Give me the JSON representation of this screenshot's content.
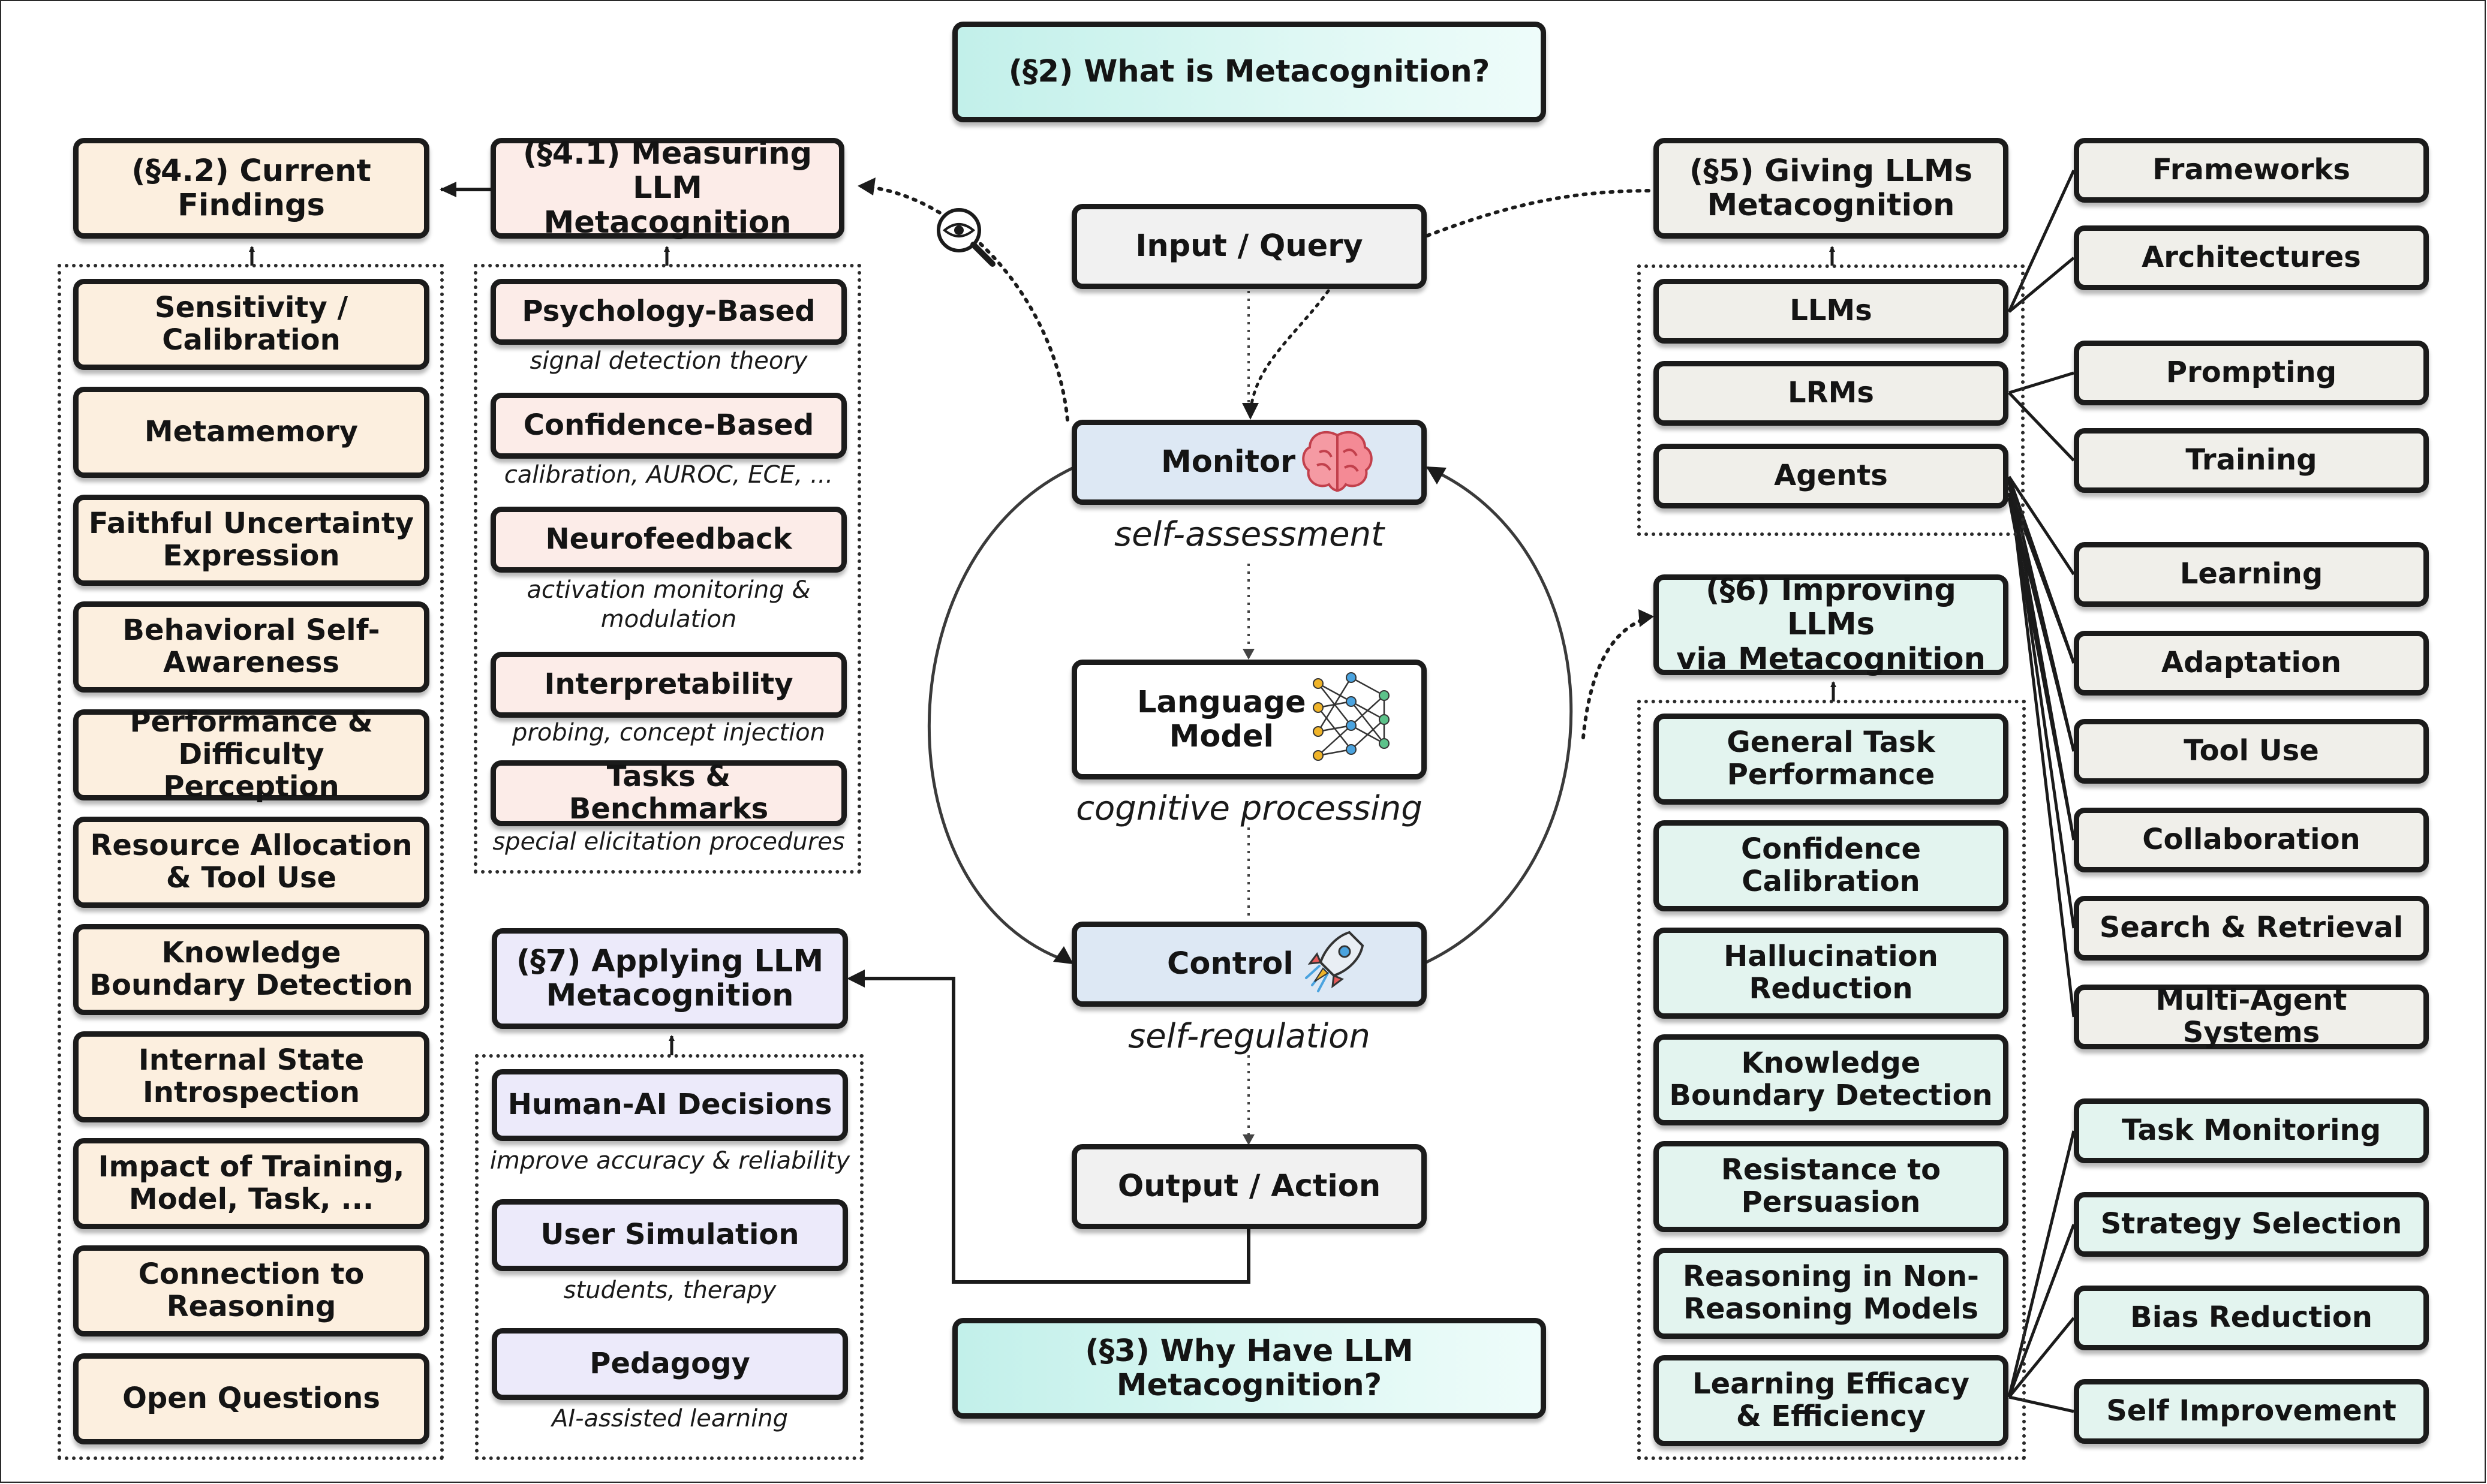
{
  "top": {
    "what_is": "(§2) What is Metacognition?",
    "why_have": "(§3) Why Have LLM Metacognition?"
  },
  "center": {
    "input": "Input / Query",
    "monitor": "Monitor",
    "monitor_caption": "self-assessment",
    "language_model": "Language\nModel",
    "language_model_caption": "cognitive processing",
    "control": "Control",
    "control_caption": "self-regulation",
    "output": "Output / Action"
  },
  "findings": {
    "title": "(§4.2) Current\nFindings",
    "items": [
      "Sensitivity /\nCalibration",
      "Metamemory",
      "Faithful Uncertainty\nExpression",
      "Behavioral Self-\nAwareness",
      "Performance &\nDifficulty Perception",
      "Resource Allocation\n& Tool Use",
      "Knowledge\nBoundary Detection",
      "Internal State\nIntrospection",
      "Impact of Training,\nModel, Task, ...",
      "Connection to\nReasoning",
      "Open Questions"
    ]
  },
  "measuring": {
    "title": "(§4.1) Measuring\nLLM Metacognition",
    "items": [
      {
        "label": "Psychology-Based",
        "caption": "signal detection theory"
      },
      {
        "label": "Confidence-Based",
        "caption": "calibration, AUROC, ECE, ..."
      },
      {
        "label": "Neurofeedback",
        "caption": "activation monitoring &\nmodulation"
      },
      {
        "label": "Interpretability",
        "caption": "probing, concept injection"
      },
      {
        "label": "Tasks & Benchmarks",
        "caption": "special elicitation procedures"
      }
    ]
  },
  "applying": {
    "title": "(§7) Applying LLM\nMetacognition",
    "items": [
      {
        "label": "Human-AI Decisions",
        "caption": "improve accuracy & reliability"
      },
      {
        "label": "User Simulation",
        "caption": "students, therapy"
      },
      {
        "label": "Pedagogy",
        "caption": "AI-assisted learning"
      }
    ]
  },
  "giving": {
    "title": "(§5) Giving LLMs\nMetacognition",
    "items": [
      "LLMs",
      "LRMs",
      "Agents"
    ],
    "leaves": [
      "Frameworks",
      "Architectures",
      "Prompting",
      "Training",
      "Learning",
      "Adaptation",
      "Tool Use",
      "Collaboration",
      "Search & Retrieval",
      "Multi-Agent Systems"
    ]
  },
  "improving": {
    "title": "(§6) Improving LLMs\nvia Metacognition",
    "items": [
      "General Task\nPerformance",
      "Confidence\nCalibration",
      "Hallucination\nReduction",
      "Knowledge\nBoundary Detection",
      "Resistance to\nPersuasion",
      "Reasoning in Non-\nReasoning Models",
      "Learning Efficacy\n& Efficiency"
    ],
    "leaves": [
      "Task Monitoring",
      "Strategy Selection",
      "Bias Reduction",
      "Self Improvement"
    ]
  },
  "icons": [
    "magnifier-eye-icon",
    "brain-icon",
    "neural-network-icon",
    "rocket-icon"
  ],
  "colors": {
    "findings": "#fcefdf",
    "measuring": "#fcece8",
    "applying": "#eceafa",
    "giving": "#f0efea",
    "improving": "#e3f4ef",
    "central": "#dde8f4",
    "section_header": "#c2f0ea"
  }
}
